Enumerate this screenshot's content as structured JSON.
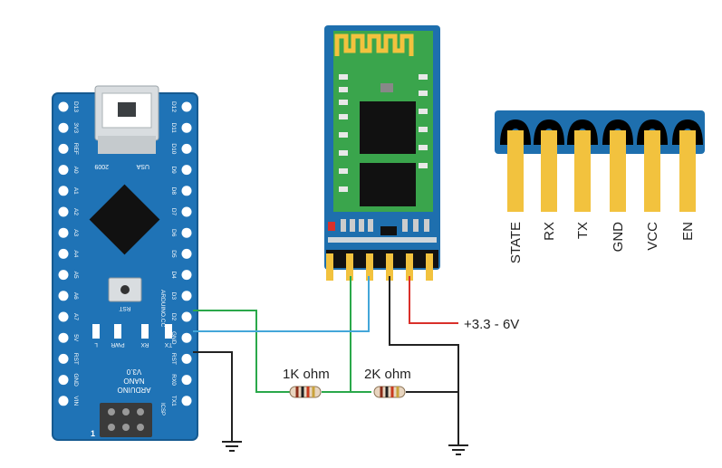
{
  "board": {
    "name_lines": [
      "ARDUINO",
      "NANO",
      "V3.0"
    ],
    "usb_year": "2009",
    "usb_label": "USA",
    "rst_label": "RST",
    "vendor_label": "ARDUINO.CC",
    "icsp_label": "ICSP",
    "icsp_pin1": "1",
    "left_pins": [
      "D13",
      "3V3",
      "REF",
      "A0",
      "A1",
      "A2",
      "A3",
      "A4",
      "A5",
      "A6",
      "A7",
      "5V",
      "RST",
      "GND",
      "VIN"
    ],
    "right_pins": [
      "D12",
      "D11",
      "D10",
      "D9",
      "D8",
      "D7",
      "D6",
      "D5",
      "D4",
      "D3",
      "D2",
      "GND",
      "RST",
      "RX0",
      "TX1"
    ],
    "led_labels": [
      "L",
      "PWR",
      "RX",
      "TX"
    ]
  },
  "bt_module": {
    "pin_labels": [
      "STATE",
      "RX",
      "TX",
      "GND",
      "VCC",
      "EN"
    ]
  },
  "labels": {
    "power": "+3.3 - 6V",
    "resistor1": "1K ohm",
    "resistor2": "2K ohm"
  },
  "colors": {
    "board": "#1f73b6",
    "module_green": "#3aa54c",
    "header_blue": "#1e6fae",
    "pin_gold": "#f2c23e",
    "wire_green": "#2aa84a",
    "wire_blue": "#43a6d9",
    "wire_red": "#d9302a",
    "wire_black": "#222222"
  }
}
